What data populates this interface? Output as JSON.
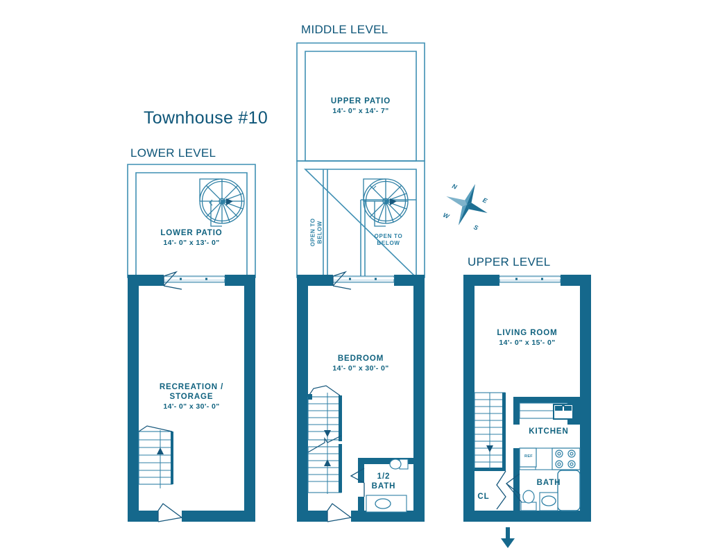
{
  "title": "Townhouse #10",
  "colors": {
    "wall": "#15688c",
    "thin_line": "#3f8fb3",
    "text": "#0e5c81",
    "glass": "#cfe4ee",
    "white": "#ffffff"
  },
  "levels": [
    {
      "key": "lower",
      "label": "LOWER LEVEL",
      "rooms": [
        {
          "name": "LOWER PATIO",
          "dimensions": "14'- 0\" x 13'- 0\""
        },
        {
          "name": "RECREATION /\nSTORAGE",
          "dimensions": "14'- 0\" x 30'- 0\""
        }
      ],
      "features": [
        "spiral-stair",
        "stair-up",
        "sliding-door",
        "swing-door"
      ]
    },
    {
      "key": "middle",
      "label": "MIDDLE LEVEL",
      "rooms": [
        {
          "name": "UPPER PATIO",
          "dimensions": "14'- 0\" x 14'- 7\""
        },
        {
          "name": "BEDROOM",
          "dimensions": "14'- 0\" x 30'- 0\""
        },
        {
          "name": "1/2\nBATH",
          "dimensions": ""
        }
      ],
      "notes": [
        {
          "text": "OPEN TO\nBELOW",
          "orientation": "vertical"
        },
        {
          "text": "OPEN TO\nBELOW",
          "orientation": "horizontal"
        }
      ],
      "features": [
        "spiral-stair",
        "stair-up",
        "stair-down",
        "sliding-door",
        "swing-door",
        "toilet",
        "sink"
      ]
    },
    {
      "key": "upper",
      "label": "UPPER LEVEL",
      "rooms": [
        {
          "name": "LIVING ROOM",
          "dimensions": "14'- 0\" x 15'- 0\""
        },
        {
          "name": "KITCHEN",
          "dimensions": ""
        },
        {
          "name": "BATH",
          "dimensions": ""
        },
        {
          "name": "CL",
          "dimensions": ""
        }
      ],
      "appliances": [
        {
          "name": "REF",
          "label": "REF"
        },
        {
          "name": "range",
          "label": ""
        },
        {
          "name": "sink",
          "label": ""
        },
        {
          "name": "tub",
          "label": ""
        },
        {
          "name": "toilet",
          "label": ""
        }
      ],
      "features": [
        "stair-down",
        "sliding-door",
        "entry-arrow",
        "bifold-door",
        "swing-door"
      ]
    }
  ],
  "compass": {
    "name": "compass-rose",
    "north": "N",
    "east": "E",
    "south": "S",
    "west": "W"
  }
}
